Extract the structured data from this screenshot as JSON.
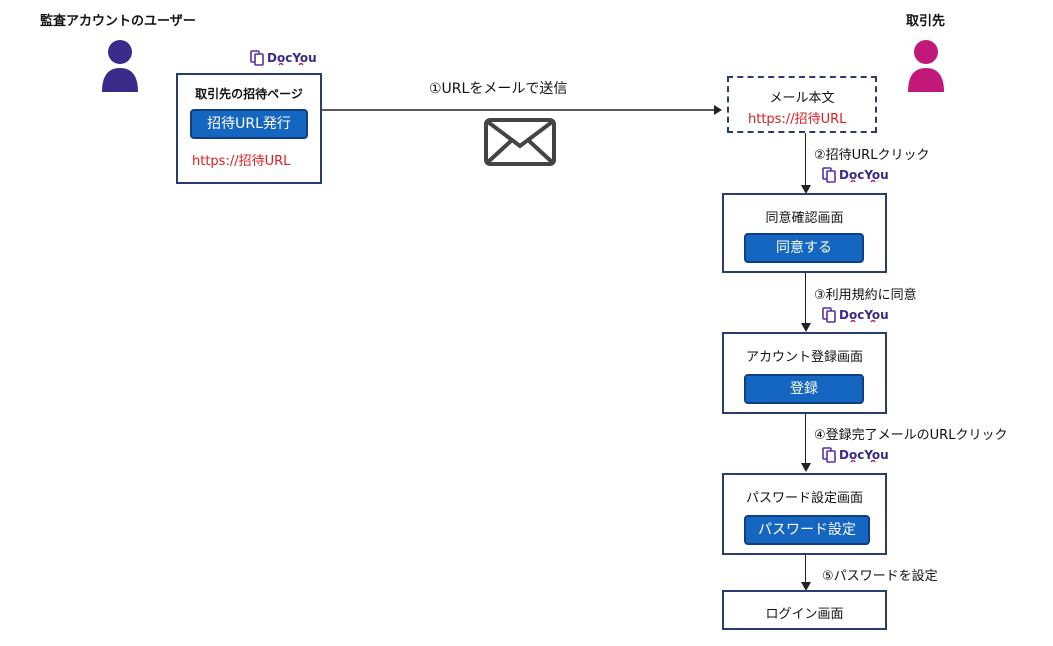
{
  "actors": {
    "auditor": {
      "label": "監査アカウントのユーザー",
      "color": "#3a2a8a",
      "icon": "person-icon"
    },
    "client": {
      "label": "取引先",
      "color": "#c2187a",
      "icon": "person-icon"
    }
  },
  "logo": {
    "text": "DocYou"
  },
  "invite_page": {
    "title": "取引先の招待ページ",
    "button": "招待URL発行",
    "url": "https://招待URL"
  },
  "send_step": {
    "label": "①URLをメールで送信",
    "icon": "mail-icon"
  },
  "mail_body": {
    "title": "メール本文",
    "url": "https://招待URL"
  },
  "steps": [
    {
      "arrow_label": "②招待URLクリック",
      "screen_title": "同意確認画面",
      "button": "同意する"
    },
    {
      "arrow_label": "③利用規約に同意",
      "screen_title": "アカウント登録画面",
      "button": "登録"
    },
    {
      "arrow_label": "④登録完了メールのURLクリック",
      "screen_title": "パスワード設定画面",
      "button": "パスワード設定"
    },
    {
      "arrow_label": "⑤パスワードを設定",
      "screen_title": "ログイン画面"
    }
  ]
}
